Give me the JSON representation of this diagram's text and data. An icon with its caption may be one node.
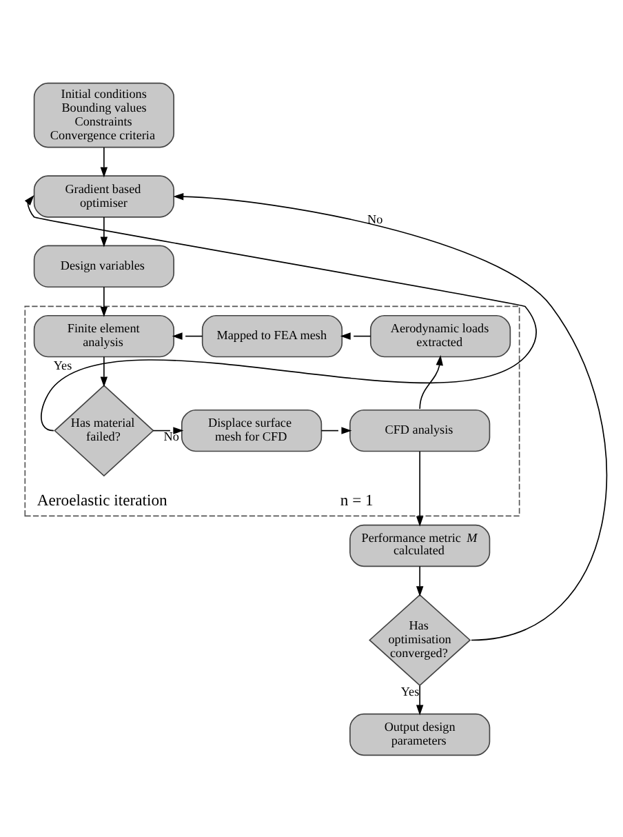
{
  "diagram": {
    "nodes": [
      {
        "text": [
          "Initial conditions",
          "Bounding values",
          "Constraints",
          "Convergence criteria"
        ]
      },
      {
        "text": [
          "Gradient based optimiser"
        ]
      },
      {
        "text": [
          "Design variables"
        ]
      },
      {
        "text": [
          "Aeroelastic iteration",
          "n = 1"
        ]
      },
      {
        "text": [
          "Finite element analysis"
        ],
        "in": 3
      },
      {
        "text": [
          "Mapped to FEA mesh"
        ],
        "in": 3
      },
      {
        "text": [
          "Aerodynamic loads extracted"
        ],
        "in": 3
      },
      {
        "text": [
          "Has material failed?"
        ],
        "in": 3
      },
      {
        "text": [
          "Displace surface mesh for CFD"
        ],
        "in": 3
      },
      {
        "text": [
          "CFD analysis"
        ],
        "in": 3
      },
      {
        "text": [
          "Performance metric *M* calculated"
        ]
      },
      {
        "text": [
          "Has optimisation converged?"
        ]
      },
      {
        "text": [
          "Output design parameters"
        ]
      }
    ],
    "edges": [
      {
        "from": 0,
        "to": 1,
        "arrow": "to"
      },
      {
        "from": 1,
        "to": 2,
        "arrow": "to"
      },
      {
        "from": 2,
        "to": 4,
        "arrow": "to"
      },
      {
        "from": 6,
        "to": 5,
        "arrow": "to"
      },
      {
        "from": 5,
        "to": 4,
        "arrow": "to"
      },
      {
        "from": 4,
        "to": 7,
        "arrow": "to"
      },
      {
        "from": 7,
        "to": 8,
        "arrow": "to",
        "label": "No"
      },
      {
        "from": 8,
        "to": 9,
        "arrow": "to"
      },
      {
        "from": 9,
        "to": 6,
        "arrow": "to"
      },
      {
        "from": 7,
        "to": 1,
        "arrow": "to",
        "label": "Yes"
      },
      {
        "from": 9,
        "to": 10,
        "arrow": "to"
      },
      {
        "from": 10,
        "to": 11,
        "arrow": "to"
      },
      {
        "from": 11,
        "to": 1,
        "arrow": "to",
        "label": "No"
      },
      {
        "from": 11,
        "to": 12,
        "arrow": "to",
        "label": "Yes"
      }
    ]
  }
}
